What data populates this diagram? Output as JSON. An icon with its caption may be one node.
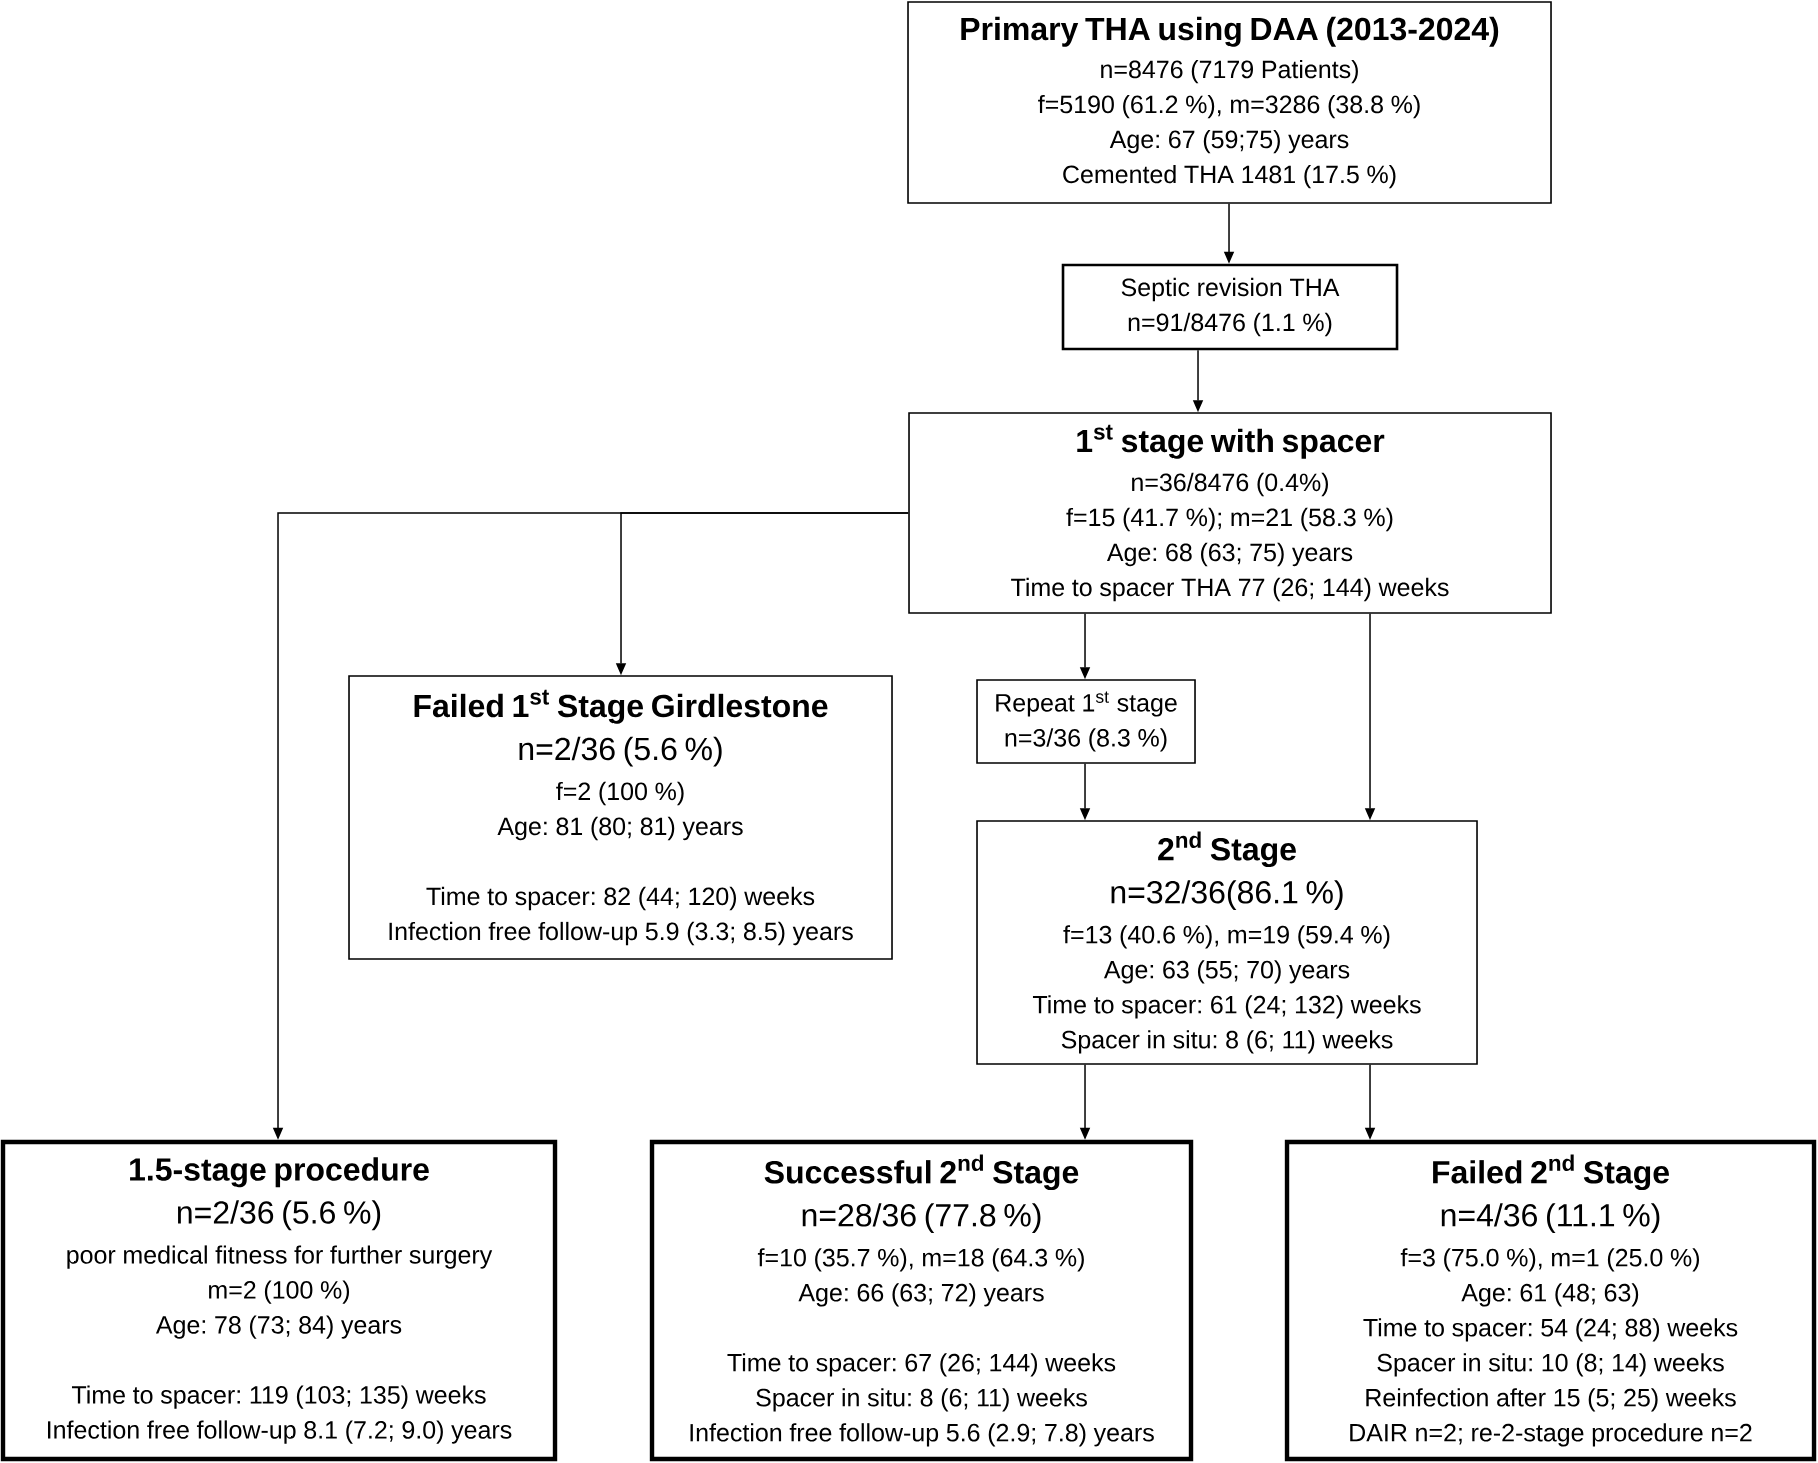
{
  "diagram": {
    "nodes": [
      {
        "text": [
          "Primary THA using DAA (2013-2024)",
          "n=8476 (7179 Patients)",
          "f=5190 (61.2 %), m=3286 (38.8 %)",
          "Age: 67 (59;75) years",
          "Cemented THA 1481 (17.5 %)"
        ]
      },
      {
        "text": [
          "Septic revision THA",
          "n=91/8476 (1.1 %)"
        ]
      },
      {
        "text": [
          "1$^{st}$ stage with spacer",
          "n=36/8476 (0.4%)",
          "f=15 (41.7 %); m=21 (58.3 %)",
          "Age: 68 (63; 75) years",
          "Time to spacer THA 77 (26; 144) weeks"
        ]
      },
      {
        "text": [
          "Failed 1$^{st}$ Stage Girdlestone",
          "n=2/36 (5.6 %)",
          "f=2 (100 %)",
          "Age: 81 (80; 81) years",
          "Time to spacer: 82 (44; 120) weeks",
          "Infection free follow-up 5.9 (3.3; 8.5) years"
        ]
      },
      {
        "text": [
          "Repeat 1$^{st}$ stage",
          "n=3/36 (8.3 %)"
        ]
      },
      {
        "text": [
          "2$^{nd}$ Stage",
          "n=32/36(86.1 %)",
          "f=13 (40.6 %), m=19 (59.4 %)",
          "Age: 63 (55; 70) years",
          "Time to spacer: 61 (24; 132) weeks",
          "Spacer in situ: 8 (6; 11) weeks"
        ]
      },
      {
        "text": [
          "1.5-stage procedure",
          "n=2/36 (5.6 %)",
          "poor medical fitness for further surgery",
          "m=2 (100 %)",
          "Age: 78 (73; 84) years",
          "Time to spacer: 119 (103; 135) weeks",
          "Infection free follow-up 8.1 (7.2; 9.0) years"
        ]
      },
      {
        "text": [
          "Successful 2$^{nd}$ Stage",
          "n=28/36 (77.8 %)",
          "f=10 (35.7 %), m=18 (64.3 %)",
          "Age: 66 (63; 72) years",
          "Time to spacer: 67 (26; 144) weeks",
          "Spacer in situ: 8 (6; 11) weeks",
          "Infection free follow-up 5.6 (2.9; 7.8) years"
        ]
      },
      {
        "text": [
          "Failed 2$^{nd}$ Stage",
          "n=4/36 (11.1 %)",
          "f=3 (75.0 %), m=1 (25.0 %)",
          "Age: 61 (48; 63)",
          "Time to spacer: 54 (24; 88) weeks",
          "Spacer in situ: 10 (8; 14) weeks",
          "Reinfection after 15 (5; 25) weeks",
          "DAIR n=2; re-2-stage procedure n=2"
        ]
      }
    ],
    "edges": [
      {
        "from": 0,
        "to": 1,
        "arrow": "to"
      },
      {
        "from": 1,
        "to": 2,
        "arrow": "to"
      },
      {
        "from": 2,
        "to": 6,
        "arrow": "to"
      },
      {
        "from": 2,
        "to": 3,
        "arrow": "to"
      },
      {
        "from": 2,
        "to": 4,
        "arrow": "to"
      },
      {
        "from": 2,
        "to": 5,
        "arrow": "to"
      },
      {
        "from": 4,
        "to": 5,
        "arrow": "to"
      },
      {
        "from": 5,
        "to": 7,
        "arrow": "to"
      },
      {
        "from": 5,
        "to": 8,
        "arrow": "to"
      }
    ]
  }
}
